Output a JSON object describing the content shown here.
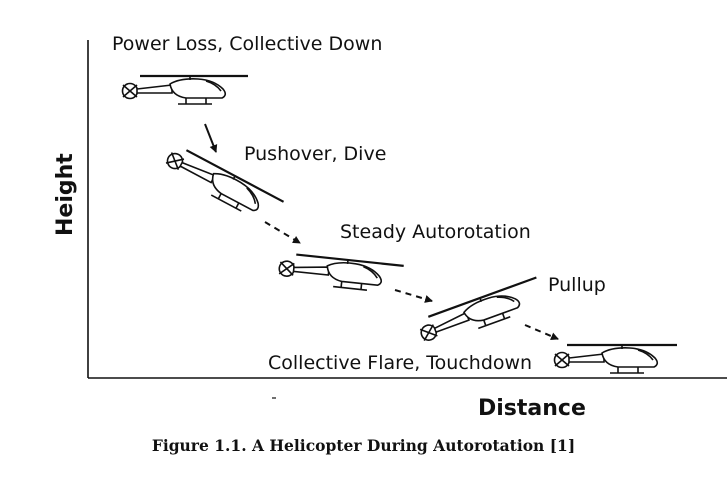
{
  "figure": {
    "axes": {
      "y_title": "Height",
      "x_title": "Distance"
    },
    "stages": [
      {
        "label": "Power Loss, Collective Down"
      },
      {
        "label": "Pushover, Dive"
      },
      {
        "label": "Steady Autorotation"
      },
      {
        "label": "Pullup"
      },
      {
        "label": "Collective Flare, Touchdown"
      }
    ],
    "caption": "Figure 1.1.  A Helicopter During Autorotation [1]"
  },
  "colors": {
    "ink": "#111111",
    "background": "#ffffff"
  },
  "icons": {
    "helicopter": "helicopter-icon",
    "arrow": "arrow-icon"
  }
}
